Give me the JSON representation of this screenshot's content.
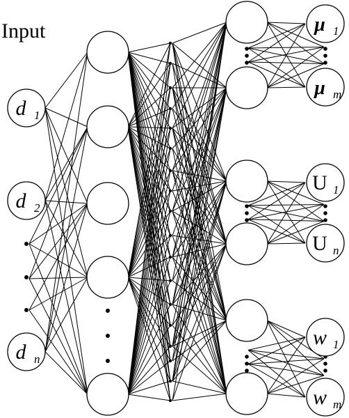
{
  "diagram": {
    "title": "Input",
    "inputs": [
      {
        "main": "d",
        "sub": "1"
      },
      {
        "main": "d",
        "sub": "2"
      },
      {
        "main": "d",
        "sub": "n"
      }
    ],
    "outputs": [
      {
        "main": "μ",
        "sub": "1",
        "style": "bold-italic"
      },
      {
        "main": "μ",
        "sub": "m",
        "style": "bold-italic"
      },
      {
        "main": "U",
        "sub": "1",
        "style": "upright"
      },
      {
        "main": "U",
        "sub": "n",
        "style": "upright"
      },
      {
        "main": "w",
        "sub": "1",
        "style": "italic"
      },
      {
        "main": "w",
        "sub": "m",
        "style": "italic"
      }
    ]
  }
}
